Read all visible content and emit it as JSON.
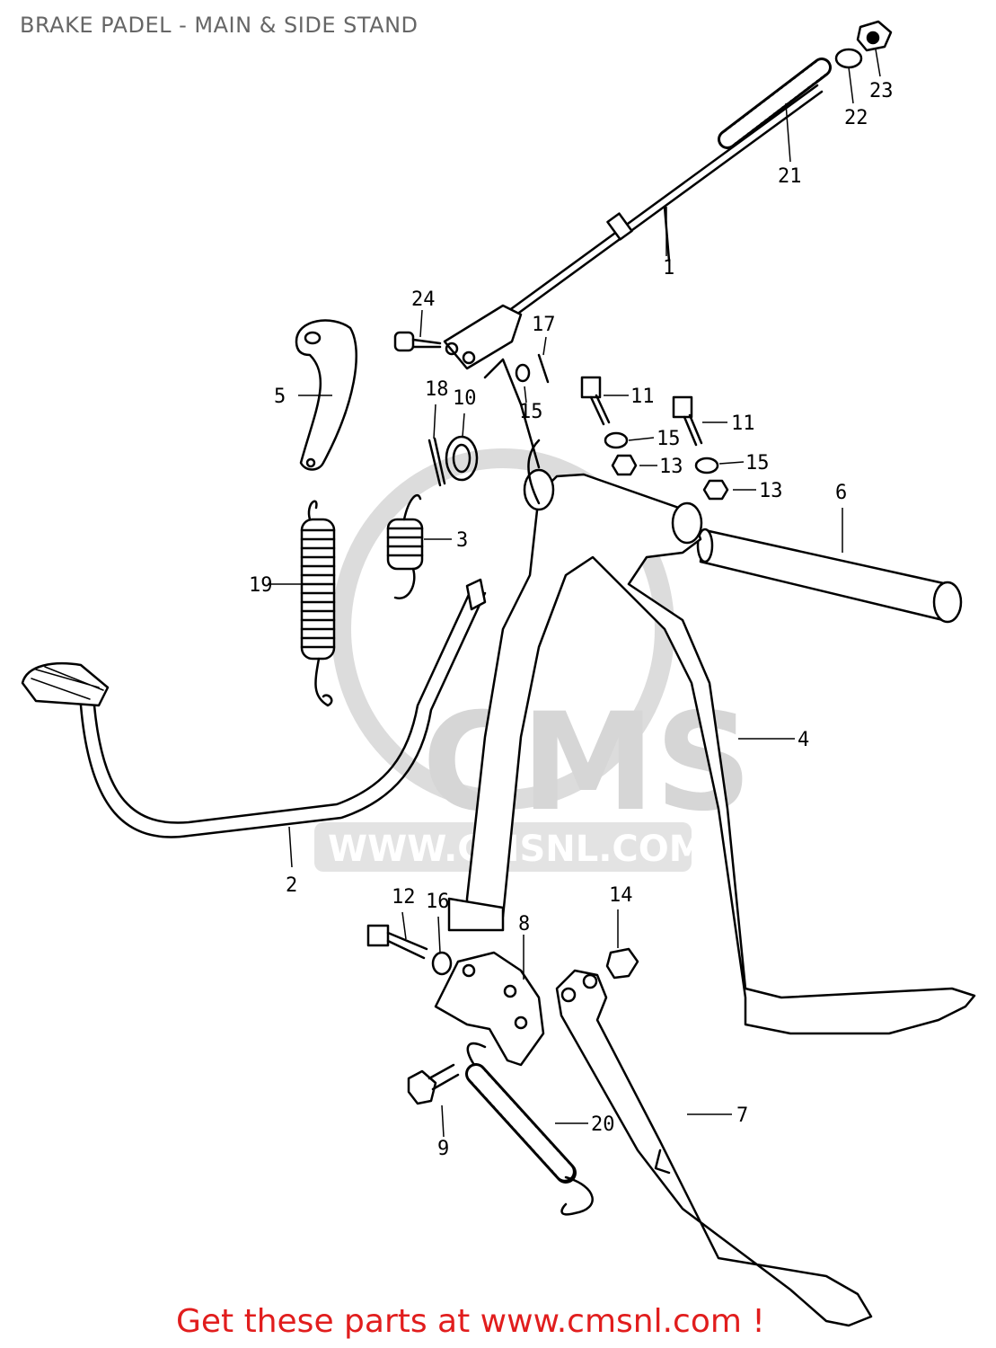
{
  "title": "BRAKE PADEL - MAIN & SIDE STAND",
  "footer": "Get these parts at www.cmsnl.com !",
  "watermark": {
    "logo_text": "CMS",
    "url_text": "WWW.CMSNL.COM"
  },
  "callouts": [
    {
      "id": "c1",
      "label": "1"
    },
    {
      "id": "c2",
      "label": "2"
    },
    {
      "id": "c3",
      "label": "3"
    },
    {
      "id": "c4",
      "label": "4"
    },
    {
      "id": "c5",
      "label": "5"
    },
    {
      "id": "c6",
      "label": "6"
    },
    {
      "id": "c7",
      "label": "7"
    },
    {
      "id": "c8",
      "label": "8"
    },
    {
      "id": "c9",
      "label": "9"
    },
    {
      "id": "c10",
      "label": "10"
    },
    {
      "id": "c11a",
      "label": "11"
    },
    {
      "id": "c11b",
      "label": "11"
    },
    {
      "id": "c12",
      "label": "12"
    },
    {
      "id": "c13a",
      "label": "13"
    },
    {
      "id": "c13b",
      "label": "13"
    },
    {
      "id": "c14",
      "label": "14"
    },
    {
      "id": "c15a",
      "label": "15"
    },
    {
      "id": "c15b",
      "label": "15"
    },
    {
      "id": "c15c",
      "label": "15"
    },
    {
      "id": "c16",
      "label": "16"
    },
    {
      "id": "c17",
      "label": "17"
    },
    {
      "id": "c18",
      "label": "18"
    },
    {
      "id": "c19",
      "label": "19"
    },
    {
      "id": "c20",
      "label": "20"
    },
    {
      "id": "c21",
      "label": "21"
    },
    {
      "id": "c22",
      "label": "22"
    },
    {
      "id": "c23",
      "label": "23"
    },
    {
      "id": "c24",
      "label": "24"
    }
  ],
  "colors": {
    "line": "#000000",
    "watermark": "#d4d4d4",
    "footer": "#e11d1d",
    "title": "#666666"
  }
}
